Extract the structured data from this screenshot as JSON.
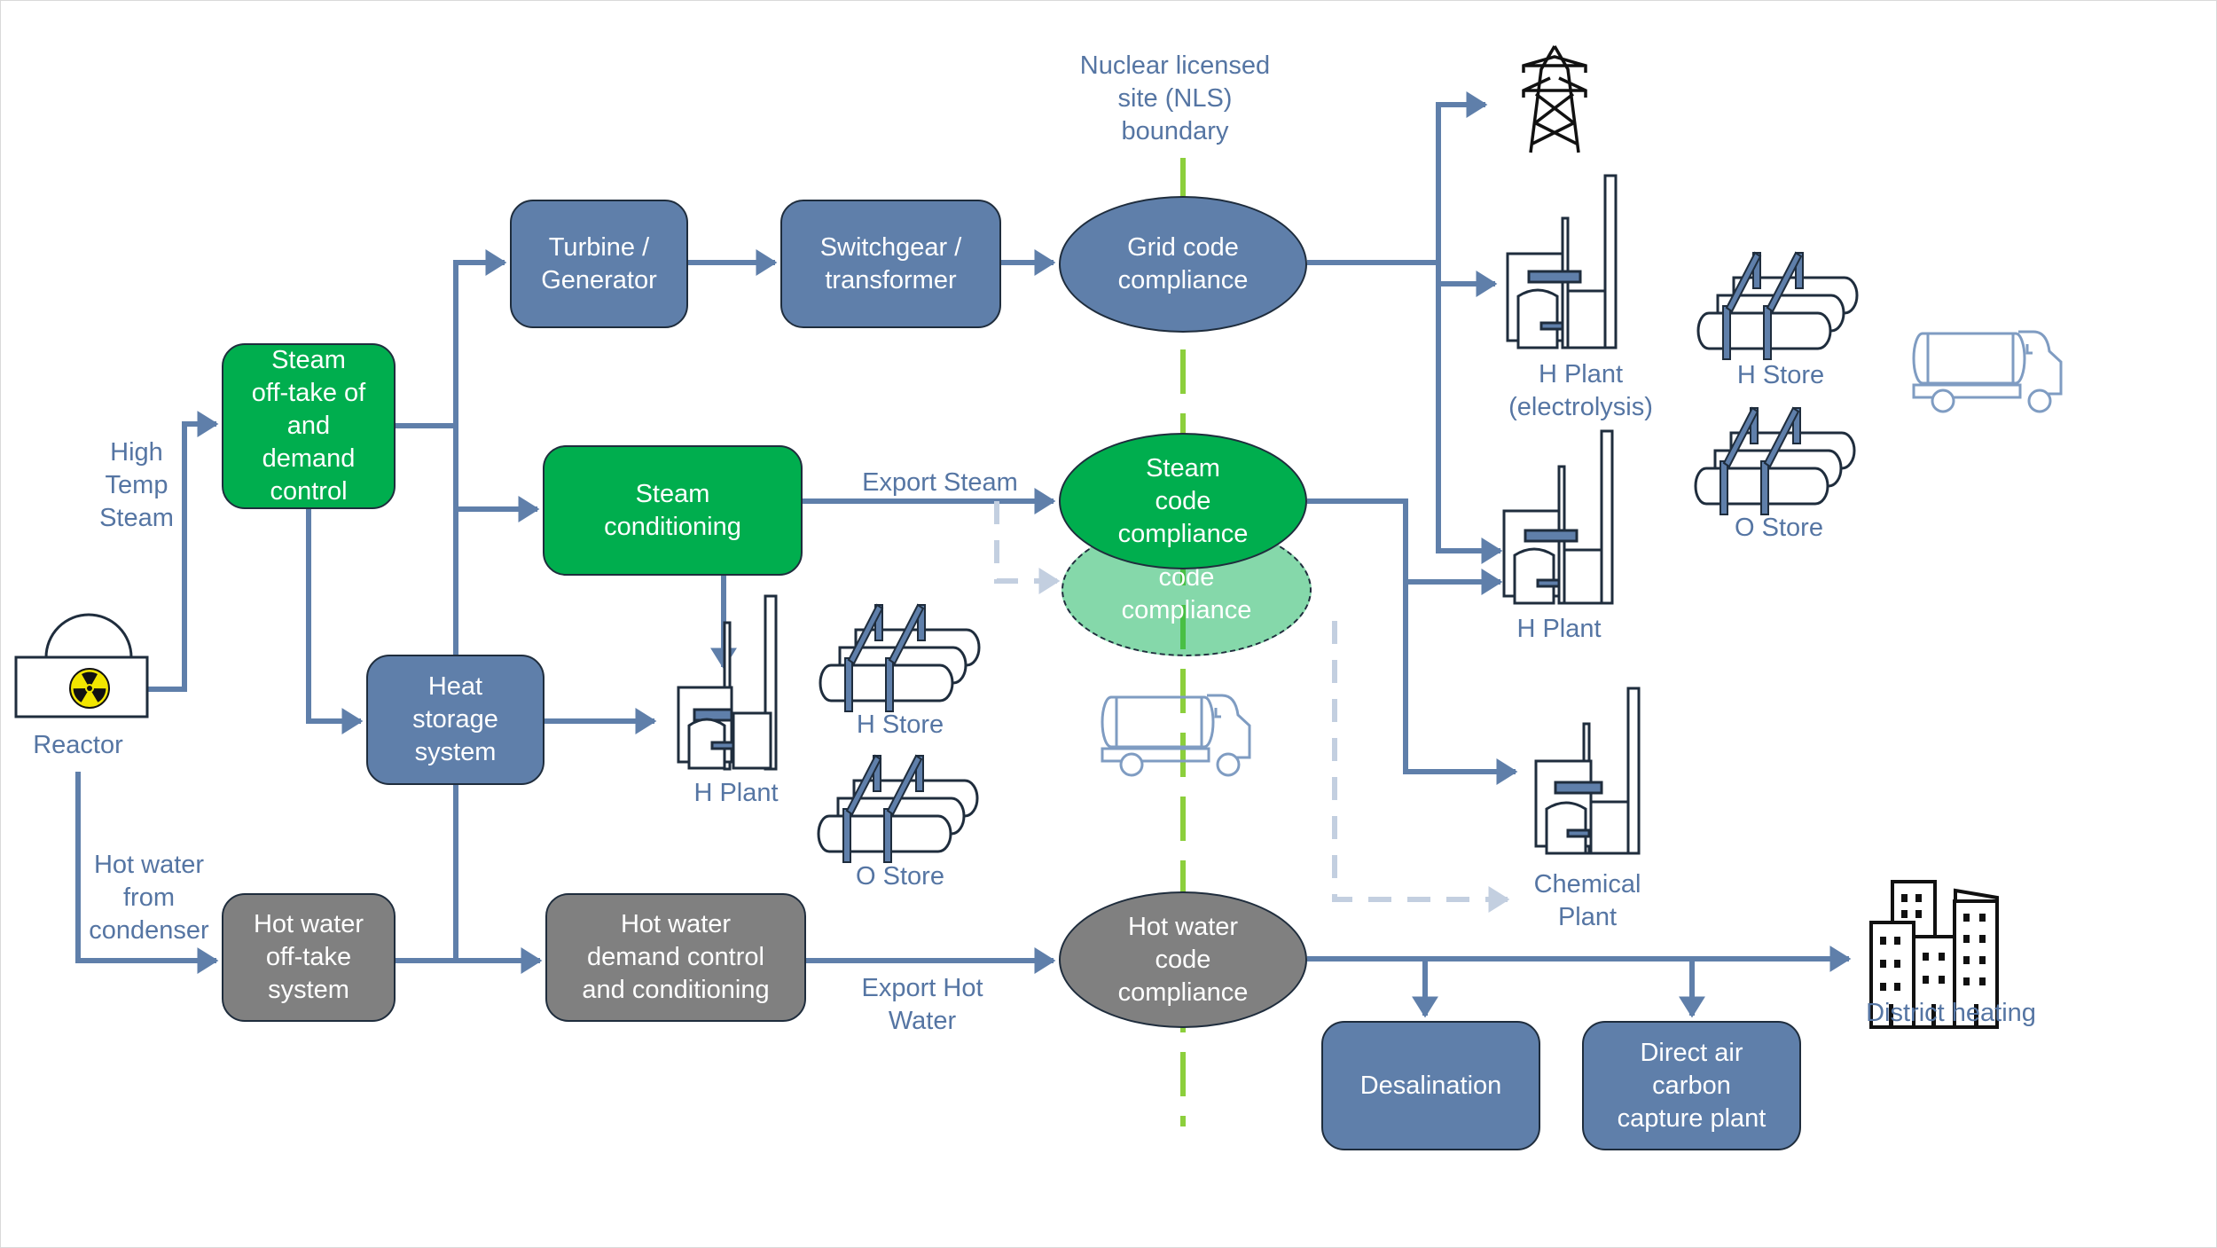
{
  "diagram": {
    "boundary_label": "Nuclear licensed\nsite (NLS)\nboundary",
    "colors": {
      "blue": "#5f7faa",
      "green": "#00ae4e",
      "grey": "#808080",
      "label": "#5575a3",
      "boundary": "#8ccf3c"
    },
    "reactor": {
      "label": "Reactor",
      "icon": "radiation-icon"
    },
    "flow_labels": {
      "high_temp_steam": "High\nTemp\nSteam",
      "hot_water_from_condenser": "Hot water\nfrom\ncondenser",
      "export_steam": "Export Steam",
      "export_hot_water": "Export Hot\nWater"
    },
    "boxes": {
      "steam_offtake": "Steam\noff-take of\nand\ndemand\ncontrol",
      "turbine": "Turbine /\nGenerator",
      "switchgear": "Switchgear /\ntransformer",
      "steam_conditioning": "Steam\nconditioning",
      "heat_storage": "Heat\nstorage\nsystem",
      "hot_water_offtake": "Hot water\noff-take\nsystem",
      "hot_water_demand": "Hot water\ndemand control\nand  conditioning",
      "desalination": "Desalination",
      "dac": "Direct air\ncarbon\ncapture plant"
    },
    "compliance": {
      "grid": "Grid code\ncompliance",
      "steam": "Steam\ncode\ncompliance",
      "steam_ghost": "code\ncompliance",
      "hot_water": "Hot water\ncode\ncompliance"
    },
    "assets": {
      "h_plant_inside": "H Plant",
      "h_store_inside": "H Store",
      "o_store_inside": "O Store",
      "h_plant_electrolysis": "H Plant\n(electrolysis)",
      "h_store_outside": "H Store",
      "o_store_outside": "O Store",
      "h_plant_outside": "H Plant",
      "chemical_plant": "Chemical\nPlant",
      "district_heating": "District heating"
    }
  }
}
